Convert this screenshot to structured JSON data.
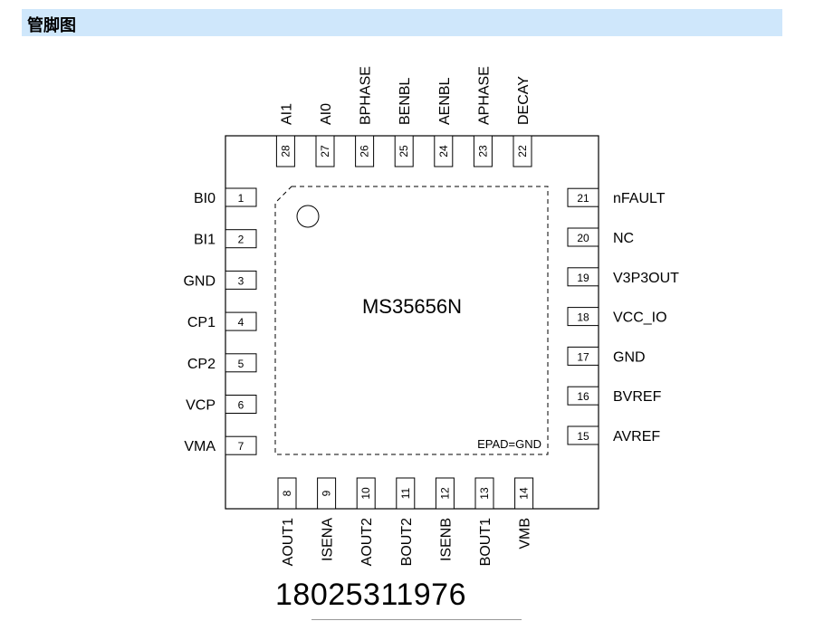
{
  "header": {
    "title": "管脚图"
  },
  "chip": {
    "part_number": "MS35656N",
    "epad_label": "EPAD=GND",
    "left_pins": [
      {
        "num": "1",
        "name": "BI0"
      },
      {
        "num": "2",
        "name": "BI1"
      },
      {
        "num": "3",
        "name": "GND"
      },
      {
        "num": "4",
        "name": "CP1"
      },
      {
        "num": "5",
        "name": "CP2"
      },
      {
        "num": "6",
        "name": "VCP"
      },
      {
        "num": "7",
        "name": "VMA"
      }
    ],
    "bottom_pins": [
      {
        "num": "8",
        "name": "AOUT1"
      },
      {
        "num": "9",
        "name": "ISENA"
      },
      {
        "num": "10",
        "name": "AOUT2"
      },
      {
        "num": "11",
        "name": "BOUT2"
      },
      {
        "num": "12",
        "name": "ISENB"
      },
      {
        "num": "13",
        "name": "BOUT1"
      },
      {
        "num": "14",
        "name": "VMB"
      }
    ],
    "right_pins": [
      {
        "num": "15",
        "name": "AVREF"
      },
      {
        "num": "16",
        "name": "BVREF"
      },
      {
        "num": "17",
        "name": "GND"
      },
      {
        "num": "18",
        "name": "VCC_IO"
      },
      {
        "num": "19",
        "name": "V3P3OUT"
      },
      {
        "num": "20",
        "name": "NC"
      },
      {
        "num": "21",
        "name": "nFAULT"
      }
    ],
    "top_pins": [
      {
        "num": "22",
        "name": "DECAY"
      },
      {
        "num": "23",
        "name": "APHASE"
      },
      {
        "num": "24",
        "name": "AENBL"
      },
      {
        "num": "25",
        "name": "BENBL"
      },
      {
        "num": "26",
        "name": "BPHASE"
      },
      {
        "num": "27",
        "name": "AI0"
      },
      {
        "num": "28",
        "name": "AI1"
      }
    ]
  },
  "footer": {
    "phone": "18025311976"
  }
}
